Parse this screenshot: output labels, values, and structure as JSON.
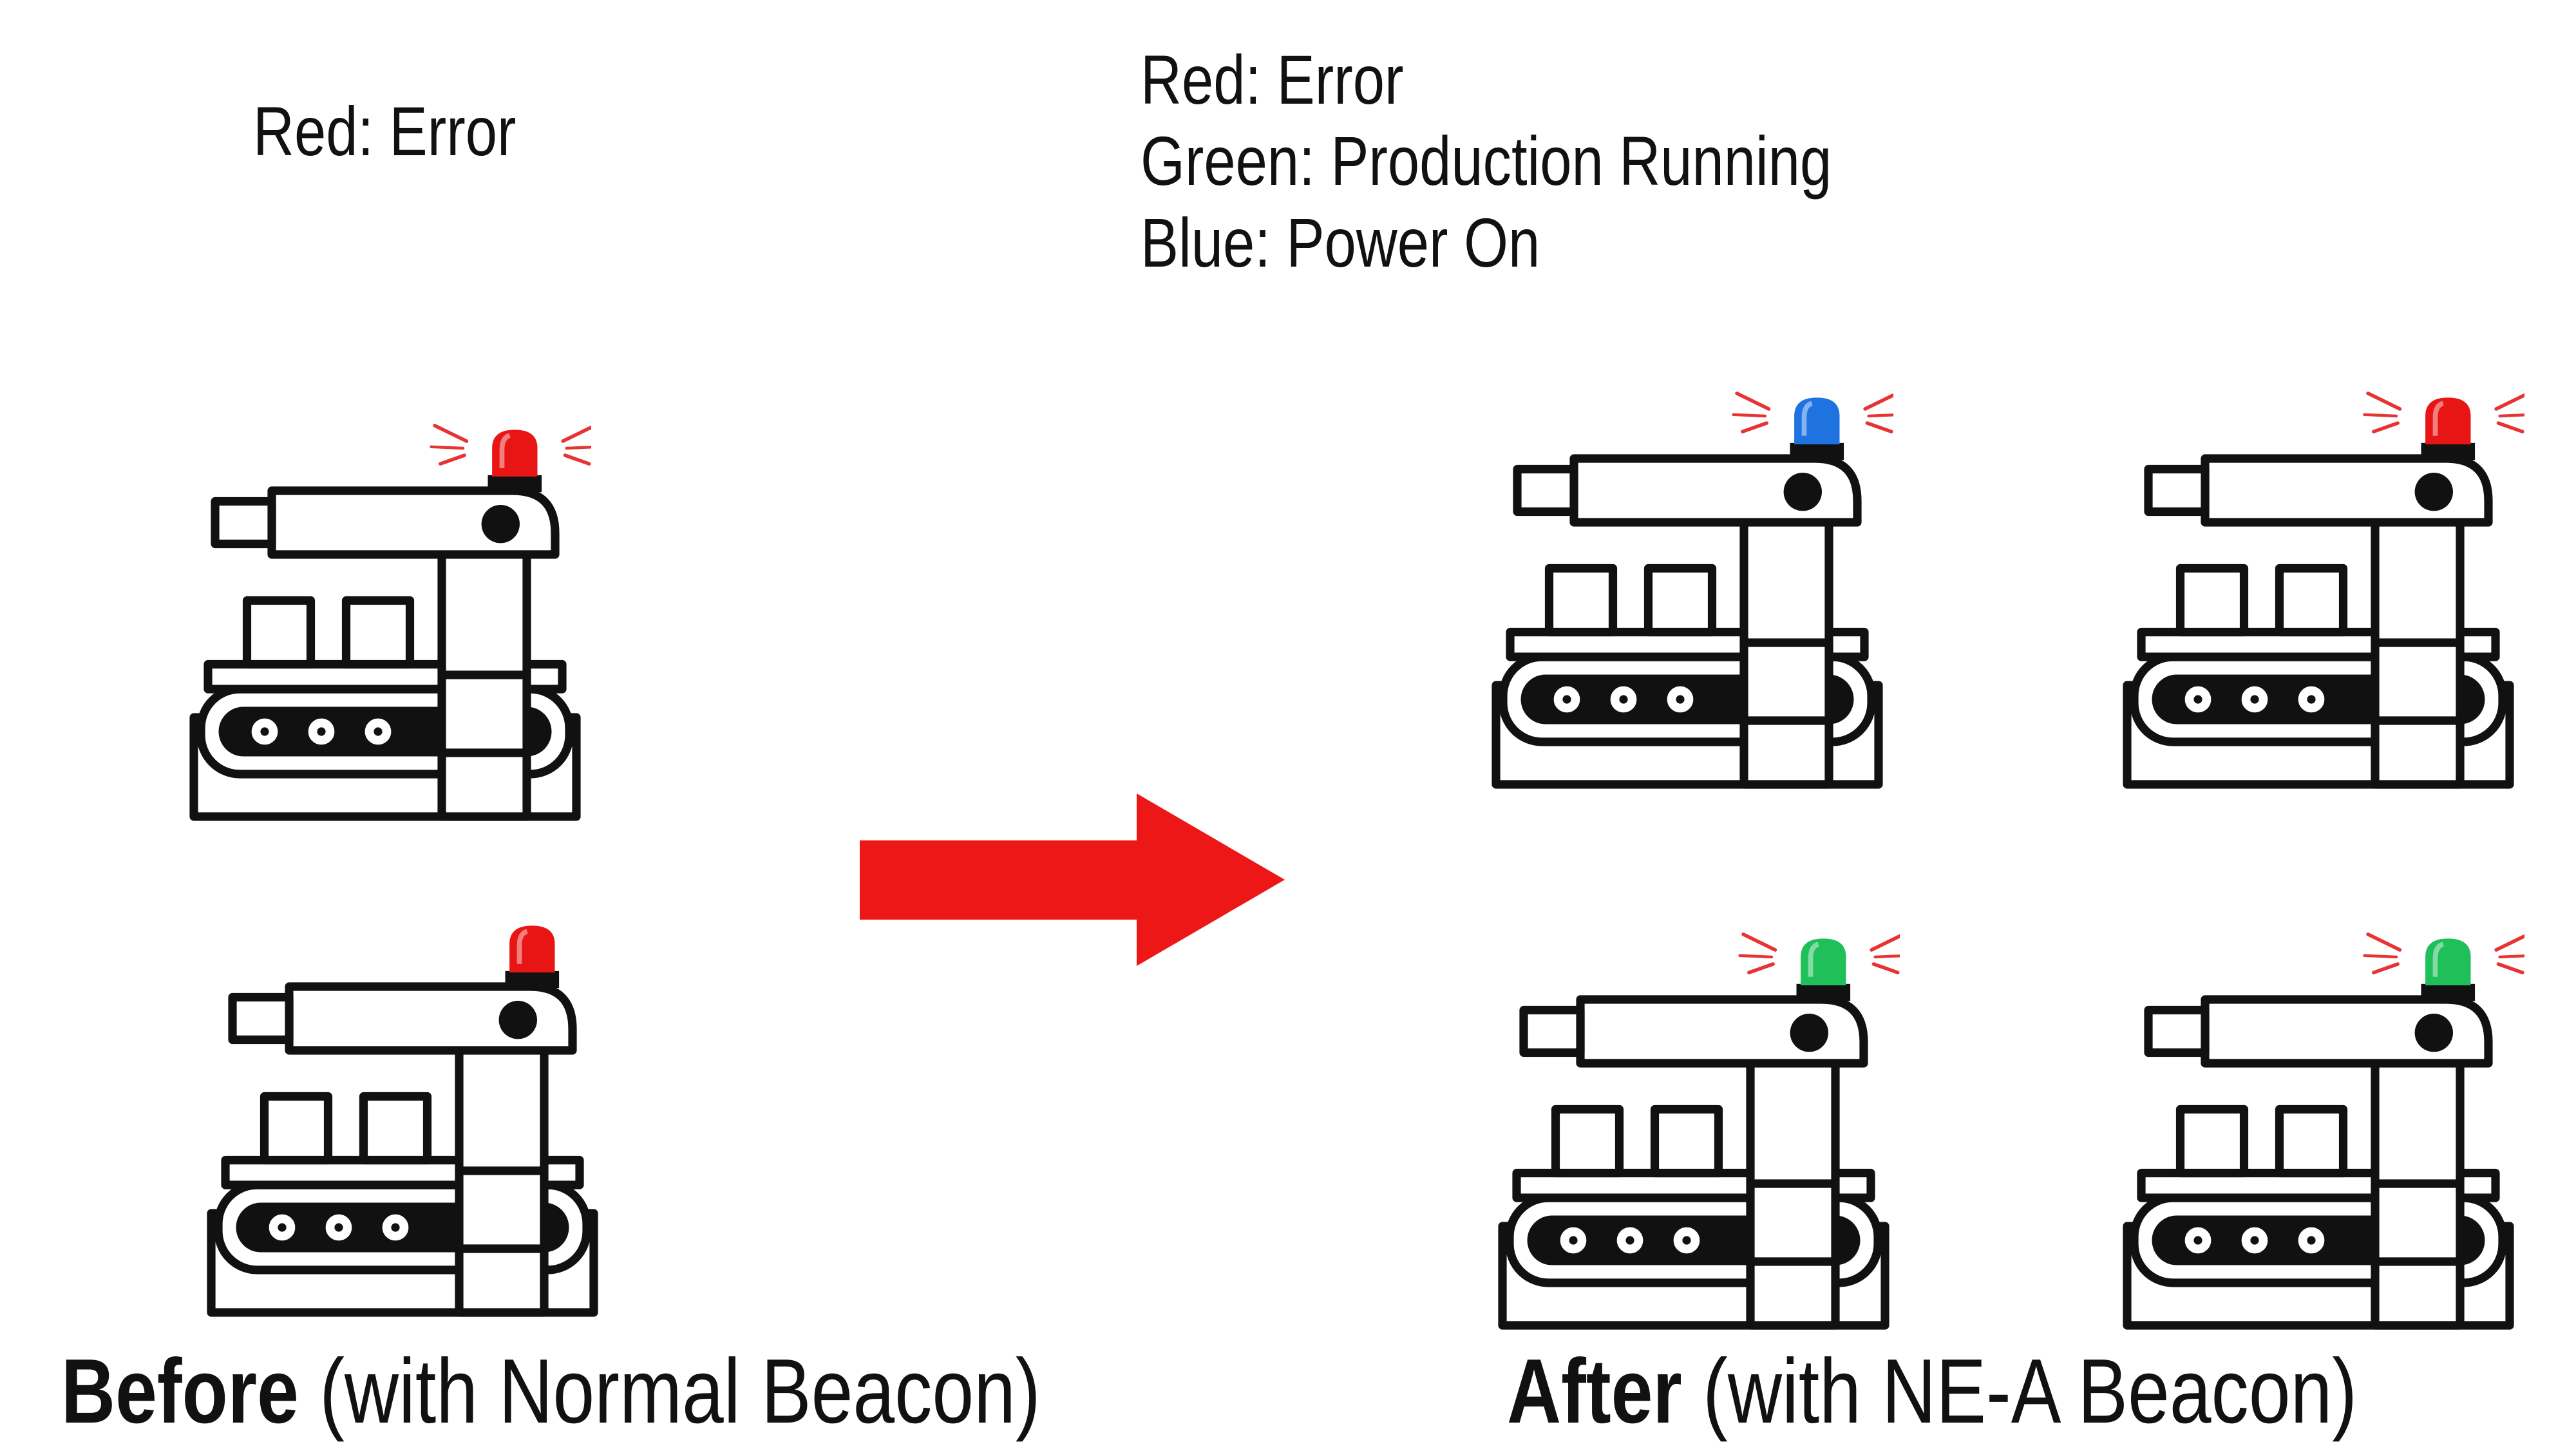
{
  "before": {
    "legend_lines": [
      "Red: Error"
    ],
    "caption_bold": "Before",
    "caption_rest": " (with Normal Beacon)"
  },
  "after": {
    "legend_lines": [
      "Red: Error",
      "Green: Production Running",
      "Blue: Power On"
    ],
    "caption_bold": "After",
    "caption_rest": " (with NE-A Beacon)"
  },
  "colors": {
    "arrow": "#ee1717",
    "beacon_red": "#e81515",
    "beacon_green": "#1fc05a",
    "beacon_blue": "#1f73e0",
    "flash_red": "#e83333"
  },
  "machines": [
    {
      "group": "before",
      "beacon": "red",
      "flashing": true
    },
    {
      "group": "before",
      "beacon": "red",
      "flashing": false
    },
    {
      "group": "after",
      "beacon": "blue",
      "flashing": true
    },
    {
      "group": "after",
      "beacon": "red",
      "flashing": true
    },
    {
      "group": "after",
      "beacon": "green",
      "flashing": true
    },
    {
      "group": "after",
      "beacon": "green",
      "flashing": true
    }
  ]
}
